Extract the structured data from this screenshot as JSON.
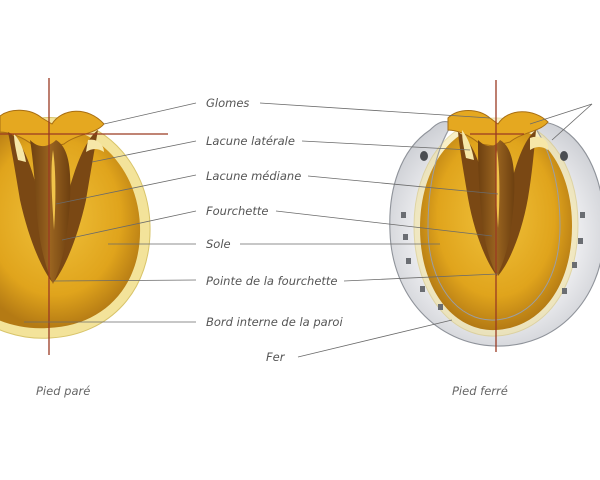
{
  "labels": {
    "glomes": "Glomes",
    "lacune_laterale": "Lacune latérale",
    "lacune_mediane": "Lacune médiane",
    "fourchette": "Fourchette",
    "sole": "Sole",
    "pointe_fourchette": "Pointe de la fourchette",
    "bord_interne": "Bord interne de la paroi",
    "fer": "Fer"
  },
  "captions": {
    "left": "Pied paré",
    "right": "Pied ferré"
  },
  "colors": {
    "sole": "#e2aa1e",
    "sole_edge": "#b27a14",
    "wall": "#f3e39a",
    "frog": "#8a5518",
    "shoe": "#e6e7ea",
    "axis": "#9a3a22"
  }
}
